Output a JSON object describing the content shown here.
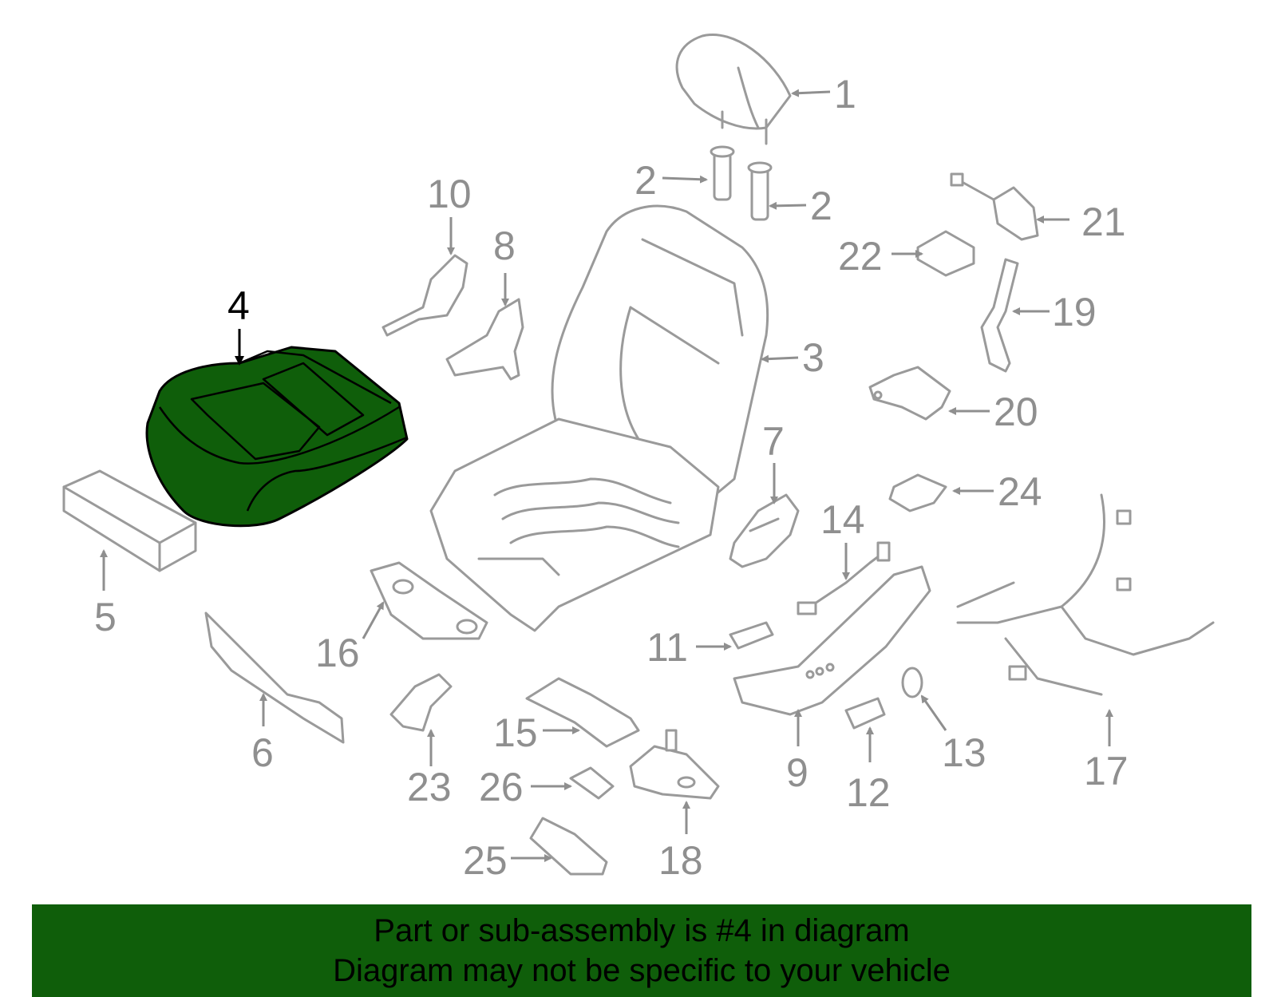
{
  "diagram": {
    "highlighted_part": "4",
    "callouts": [
      "1",
      "2",
      "2",
      "3",
      "4",
      "5",
      "6",
      "7",
      "8",
      "9",
      "10",
      "11",
      "12",
      "13",
      "14",
      "15",
      "16",
      "17",
      "18",
      "19",
      "20",
      "21",
      "22",
      "23",
      "24",
      "25",
      "26"
    ]
  },
  "banner": {
    "line1": "Part or sub-assembly is #4 in diagram",
    "line2": "Diagram may not be specific to your vehicle"
  },
  "colors": {
    "highlight": "#0f5e0a",
    "parts": "#9a9a9a"
  }
}
